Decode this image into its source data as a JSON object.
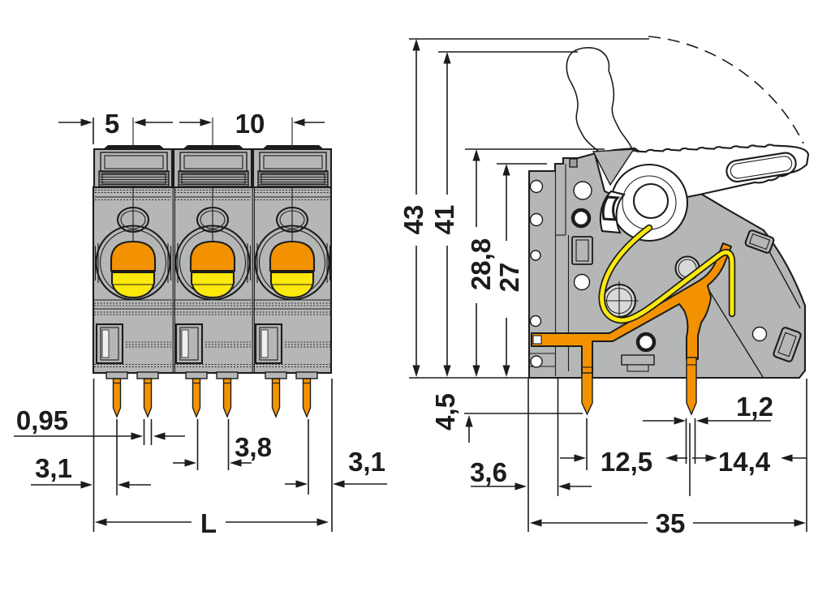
{
  "drawing": {
    "description": "Dimensional drawing of a 3-pole PCB terminal block with levers, front view and side view",
    "units_hint": "mm"
  },
  "front_view": {
    "dim_edge_to_first_pole": "5",
    "dim_pole_pitch": "10",
    "dim_pin_width": "0,95",
    "dim_pin_pair_spacing": "3,8",
    "dim_edge_to_pin_left": "3,1",
    "dim_edge_to_pin_right": "3,1",
    "dim_total_length": "L"
  },
  "side_view": {
    "dim_height_lever_raised": "43",
    "dim_height_lever_raised_inner": "41",
    "dim_height_closed": "28,8",
    "dim_height_housing": "27",
    "dim_pin_protrusion": "4,5",
    "dim_edge_offset": "3,6",
    "dim_pin_spacing": "12,5",
    "dim_pin_thickness": "1,2",
    "dim_pin_to_edge": "14,4",
    "dim_depth": "35"
  },
  "colors": {
    "line": "#1c1c1c",
    "housing_gray": "#b4b7b6",
    "busbar_orange": "#f39200",
    "spring_yellow": "#fde90c",
    "background": "#ffffff"
  }
}
